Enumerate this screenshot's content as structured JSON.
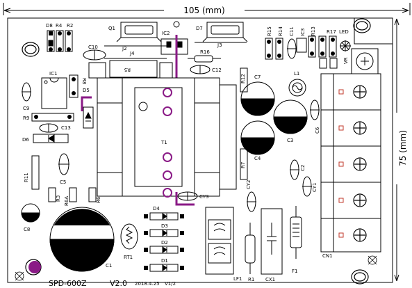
{
  "dimensions": {
    "width_label": "105 (mm)",
    "height_label": "75 (mm)"
  },
  "board_text": {
    "name": "SPD-600Z",
    "version": "V2.0",
    "date": "2018.4.25",
    "revision": "V1/2"
  },
  "colors": {
    "outline": "#000000",
    "trace": "#8a1a86",
    "pad_ring": "#8a1a86",
    "pad_fill": "#8a1a86",
    "background": "#ffffff",
    "terminal_dot": "#c0392b"
  },
  "labels": {
    "d8": "D8",
    "r4": "R4",
    "r2": "R2",
    "q1": "Q1",
    "ic2": "IC2",
    "d7": "D7",
    "j2": "J2",
    "j4": "J4",
    "j3": "J3",
    "c10": "C10",
    "r16": "R16",
    "c12": "C12",
    "r5": "R5",
    "r12": "R12",
    "c7": "C7",
    "l1": "L1",
    "r15": "R15",
    "r14": "R14",
    "c11": "C11",
    "ic3": "IC3",
    "r13": "R13",
    "r17": "R17",
    "led": "LED",
    "vr": "VR",
    "ic1": "IC1",
    "r8": "R8",
    "d5": "D5",
    "c9": "C9",
    "r9": "R9",
    "c13": "C13",
    "d6": "D6",
    "t1": "T1",
    "c6": "C6",
    "c3": "C3",
    "c4": "C4",
    "r7": "R7",
    "c2": "C2",
    "cy2": "CY2",
    "cy1": "CY1",
    "r11": "R11",
    "c5": "C5",
    "r3": "R3",
    "r6a": "R6A",
    "r6": "R6",
    "cy3": "CY3",
    "c8": "C8",
    "d4": "D4",
    "d3": "D3",
    "d2": "D2",
    "d1": "D1",
    "rt1": "RT1",
    "c1": "C1",
    "lf1": "LF1",
    "r1": "R1",
    "cx1": "CX1",
    "f1": "F1",
    "cn1": "CN1"
  }
}
